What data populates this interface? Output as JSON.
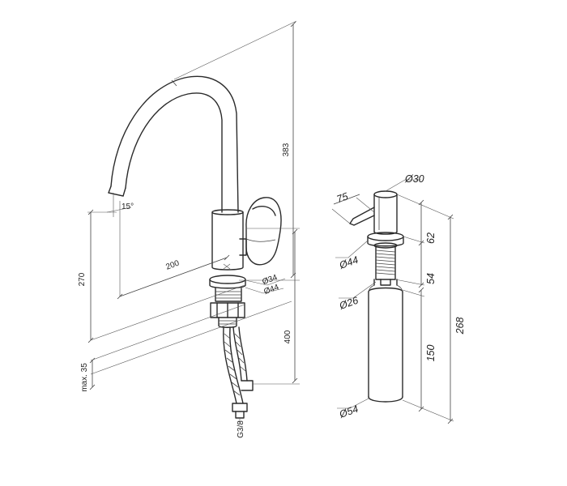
{
  "faucet": {
    "dimensions": {
      "height_total": "383",
      "spout_angle": "15°",
      "spout_reach": "200",
      "spout_height": "270",
      "hole_diameter": "Ø34",
      "base_diameter": "Ø44",
      "hose_length": "400",
      "deck_thickness": "max. 35",
      "connection": "G3/8"
    }
  },
  "dispenser": {
    "dimensions": {
      "pump_diameter": "Ø30",
      "nozzle_reach": "75",
      "head_height": "62",
      "collar_diameter": "Ø44",
      "thread_length": "54",
      "thread_diameter": "Ø26",
      "bottle_length": "150",
      "bottle_diameter": "Ø54",
      "total_height": "268"
    }
  },
  "colors": {
    "line": "#2a2a2a",
    "background": "#ffffff"
  }
}
